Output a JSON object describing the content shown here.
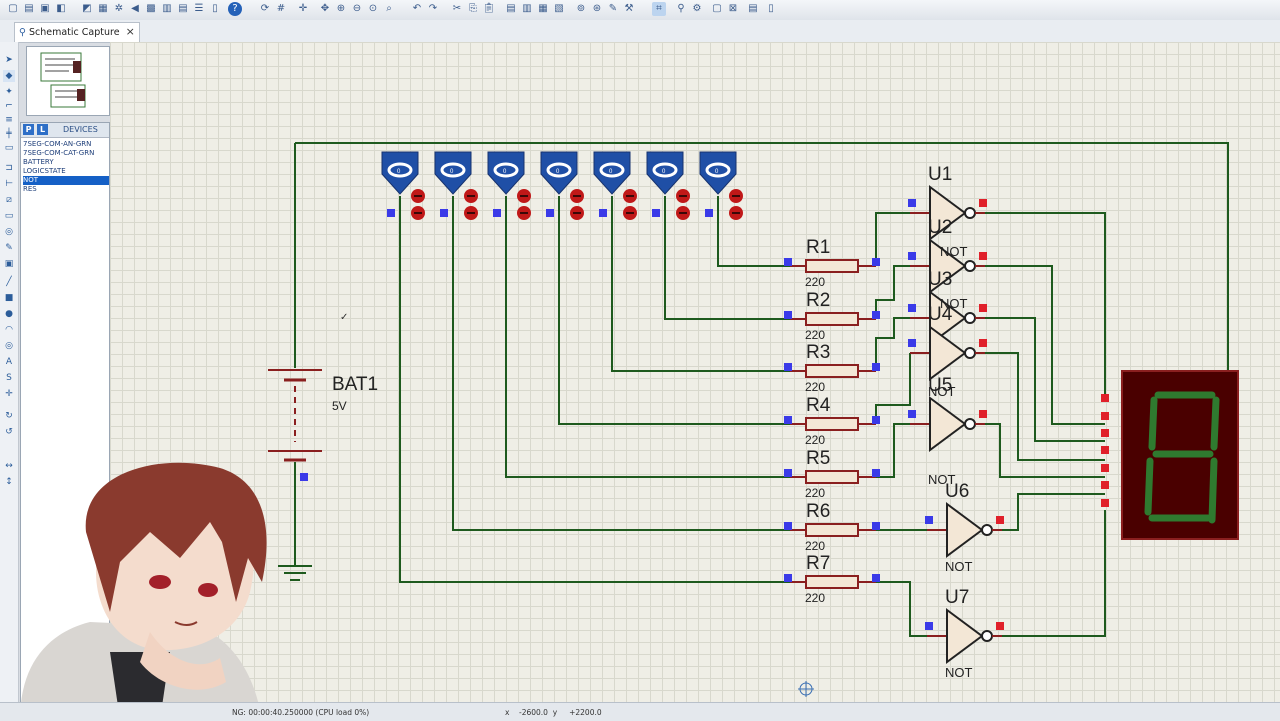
{
  "window": {
    "tab_title": "Schematic Capture",
    "tab_close": "×"
  },
  "devices_panel": {
    "p_button": "P",
    "l_button": "L",
    "title": "DEVICES",
    "items": [
      "7SEG-COM-AN-GRN",
      "7SEG-COM-CAT-GRN",
      "BATTERY",
      "LOGICSTATE",
      "NOT",
      "RES"
    ],
    "selected": "NOT"
  },
  "schematic": {
    "battery": {
      "ref": "BAT1",
      "value": "5V"
    },
    "logicstates": [
      {
        "value": "0"
      },
      {
        "value": "0"
      },
      {
        "value": "0"
      },
      {
        "value": "0"
      },
      {
        "value": "0"
      },
      {
        "value": "0"
      },
      {
        "value": "0"
      }
    ],
    "resistors": [
      {
        "ref": "R1",
        "value": "220"
      },
      {
        "ref": "R2",
        "value": "220"
      },
      {
        "ref": "R3",
        "value": "220"
      },
      {
        "ref": "R4",
        "value": "220"
      },
      {
        "ref": "R5",
        "value": "220"
      },
      {
        "ref": "R6",
        "value": "220"
      },
      {
        "ref": "R7",
        "value": "220"
      }
    ],
    "gates": [
      {
        "ref": "U1",
        "type": "NOT"
      },
      {
        "ref": "U2",
        "type": "NOT"
      },
      {
        "ref": "U3",
        "type": "NOT"
      },
      {
        "ref": "U4",
        "type": "NOT"
      },
      {
        "ref": "U5",
        "type": "NOT"
      },
      {
        "ref": "U6",
        "type": "NOT"
      },
      {
        "ref": "U7",
        "type": "NOT"
      }
    ],
    "display_digit": "8"
  },
  "status": {
    "sim": "NG: 00:00:40.250000 (CPU load 0%)",
    "x_label": "x",
    "x_value": "-2600.0",
    "y_label": "y",
    "y_value": "+2200.0"
  },
  "colors": {
    "wire": "#1e5a1e",
    "logic_blue": "#1f4fa6",
    "pin_red": "#e0202a",
    "pin_blue": "#3a3ae8",
    "resistor": "#8a1f1f",
    "seg_green": "#2f7a2f",
    "seg_bg": "#4a0000"
  },
  "icons": [
    "file-new-icon",
    "open-icon",
    "save-icon",
    "undo-icon",
    "redo-icon",
    "zoom-in-icon",
    "zoom-out-icon",
    "help-icon"
  ]
}
